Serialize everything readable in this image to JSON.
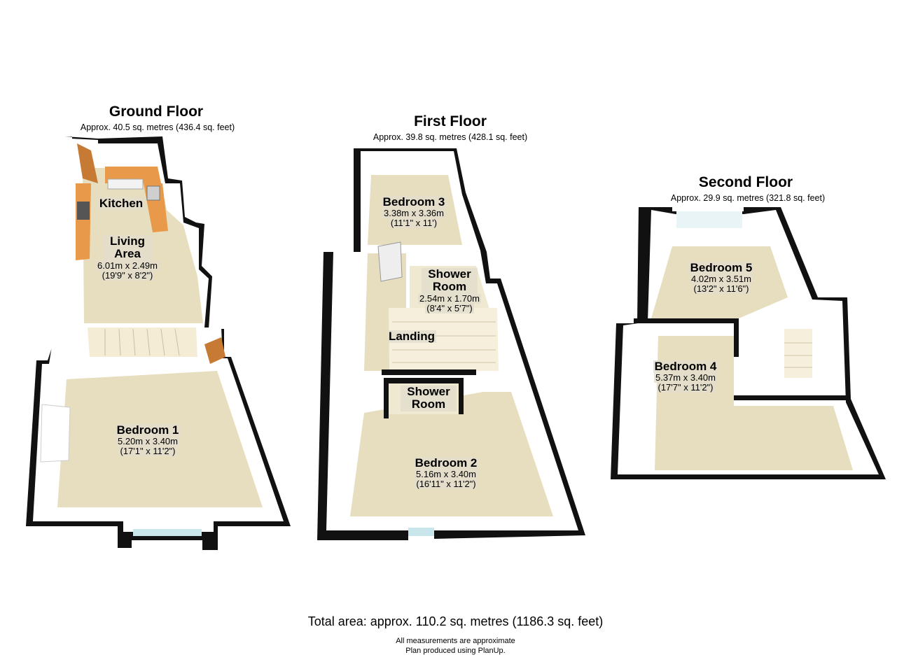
{
  "floors": [
    {
      "name": "Ground Floor",
      "area": "Approx. 40.5 sq. metres (436.4 sq. feet)",
      "rooms": [
        {
          "name": "Kitchen",
          "metric": "",
          "imperial": ""
        },
        {
          "name": "Living Area",
          "metric": "6.01m x 2.49m",
          "imperial": "(19'9\" x 8'2\")"
        },
        {
          "name": "Bedroom 1",
          "metric": "5.20m x 3.40m",
          "imperial": "(17'1\" x 11'2\")"
        }
      ]
    },
    {
      "name": "First Floor",
      "area": "Approx. 39.8 sq. metres (428.1 sq. feet)",
      "rooms": [
        {
          "name": "Bedroom 3",
          "metric": "3.38m x 3.36m",
          "imperial": "(11'1\" x 11')"
        },
        {
          "name": "Shower Room",
          "metric": "2.54m x 1.70m",
          "imperial": "(8'4\" x 5'7\")"
        },
        {
          "name": "Landing",
          "metric": "",
          "imperial": ""
        },
        {
          "name": "Shower Room",
          "metric": "",
          "imperial": ""
        },
        {
          "name": "Bedroom 2",
          "metric": "5.16m x 3.40m",
          "imperial": "(16'11\" x 11'2\")"
        }
      ]
    },
    {
      "name": "Second Floor",
      "area": "Approx. 29.9 sq. metres (321.8 sq. feet)",
      "rooms": [
        {
          "name": "Bedroom 5",
          "metric": "4.02m x 3.51m",
          "imperial": "(13'2\" x 11'6\")"
        },
        {
          "name": "Bedroom 4",
          "metric": "5.37m x 3.40m",
          "imperial": "(17'7\" x 11'2\")"
        }
      ]
    }
  ],
  "total_area": "Total area: approx. 110.2 sq. metres (1186.3 sq. feet)",
  "notes": [
    "All measurements are approximate",
    "Plan produced using PlanUp."
  ],
  "colors": {
    "floor": "#e5ddbc",
    "wall_top": "#111111",
    "wall_face": "#ffffff",
    "kitchen_units": "#e89a4a",
    "window": "#c9e6ec",
    "door": "#c77a33"
  }
}
